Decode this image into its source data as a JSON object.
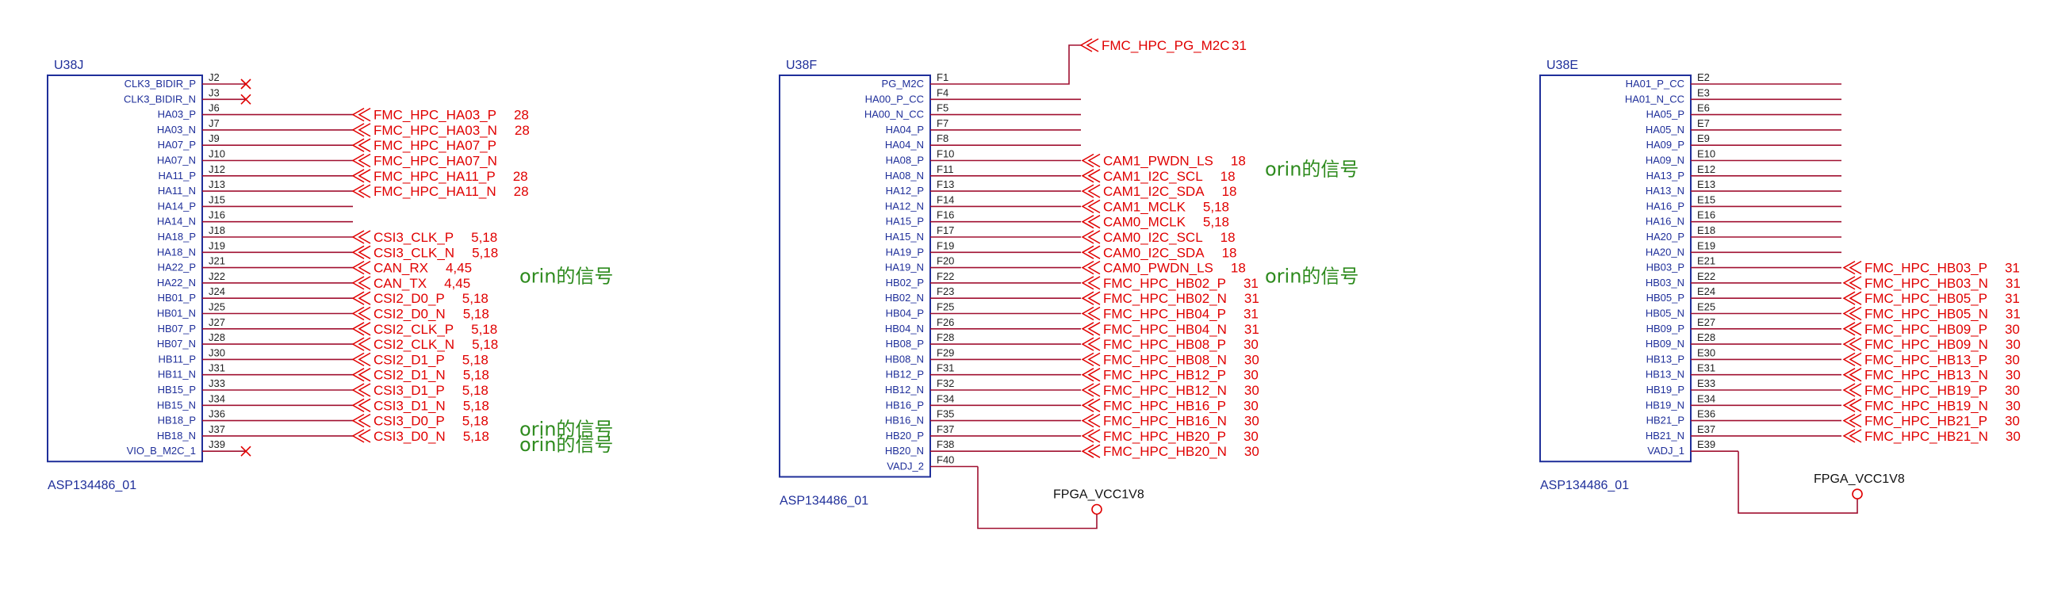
{
  "symbols": [
    {
      "ref": "U38J",
      "part": "ASP134486_01",
      "pins": [
        {
          "name": "CLK3_BIDIR_P",
          "num": "J2",
          "nc": true
        },
        {
          "name": "CLK3_BIDIR_N",
          "num": "J3",
          "nc": true
        },
        {
          "name": "HA03_P",
          "num": "J6",
          "net": "FMC_HPC_HA03_P",
          "sheet": "28"
        },
        {
          "name": "HA03_N",
          "num": "J7",
          "net": "FMC_HPC_HA03_N",
          "sheet": "28"
        },
        {
          "name": "HA07_P",
          "num": "J9",
          "net": "FMC_HPC_HA07_P",
          "sheet": ""
        },
        {
          "name": "HA07_N",
          "num": "J10",
          "net": "FMC_HPC_HA07_N",
          "sheet": ""
        },
        {
          "name": "HA11_P",
          "num": "J12",
          "net": "FMC_HPC_HA11_P",
          "sheet": "28"
        },
        {
          "name": "HA11_N",
          "num": "J13",
          "net": "FMC_HPC_HA11_N",
          "sheet": "28"
        },
        {
          "name": "HA14_P",
          "num": "J15"
        },
        {
          "name": "HA14_N",
          "num": "J16"
        },
        {
          "name": "HA18_P",
          "num": "J18",
          "net": "CSI3_CLK_P",
          "sheet": "5,18"
        },
        {
          "name": "HA18_N",
          "num": "J19",
          "net": "CSI3_CLK_N",
          "sheet": "5,18"
        },
        {
          "name": "HA22_P",
          "num": "J21",
          "net": "CAN_RX",
          "sheet": "4,45"
        },
        {
          "name": "HA22_N",
          "num": "J22",
          "net": "CAN_TX",
          "sheet": "4,45"
        },
        {
          "name": "HB01_P",
          "num": "J24",
          "net": "CSI2_D0_P",
          "sheet": "5,18"
        },
        {
          "name": "HB01_N",
          "num": "J25",
          "net": "CSI2_D0_N",
          "sheet": "5,18"
        },
        {
          "name": "HB07_P",
          "num": "J27",
          "net": "CSI2_CLK_P",
          "sheet": "5,18"
        },
        {
          "name": "HB07_N",
          "num": "J28",
          "net": "CSI2_CLK_N",
          "sheet": "5,18"
        },
        {
          "name": "HB11_P",
          "num": "J30",
          "net": "CSI2_D1_P",
          "sheet": "5,18"
        },
        {
          "name": "HB11_N",
          "num": "J31",
          "net": "CSI2_D1_N",
          "sheet": "5,18"
        },
        {
          "name": "HB15_P",
          "num": "J33",
          "net": "CSI3_D1_P",
          "sheet": "5,18"
        },
        {
          "name": "HB15_N",
          "num": "J34",
          "net": "CSI3_D1_N",
          "sheet": "5,18"
        },
        {
          "name": "HB18_P",
          "num": "J36",
          "net": "CSI3_D0_P",
          "sheet": "5,18"
        },
        {
          "name": "HB18_N",
          "num": "J37",
          "net": "CSI3_D0_N",
          "sheet": "5,18"
        },
        {
          "name": "VIO_B_M2C_1",
          "num": "J39",
          "nc": true
        }
      ]
    },
    {
      "ref": "U38F",
      "part": "ASP134486_01",
      "pins": [
        {
          "name": "PG_M2C",
          "num": "F1",
          "net": "FMC_HPC_PG_M2C",
          "sheet": "31",
          "route": "up"
        },
        {
          "name": "HA00_P_CC",
          "num": "F4"
        },
        {
          "name": "HA00_N_CC",
          "num": "F5"
        },
        {
          "name": "HA04_P",
          "num": "F7"
        },
        {
          "name": "HA04_N",
          "num": "F8"
        },
        {
          "name": "HA08_P",
          "num": "F10",
          "net": "CAM1_PWDN_LS",
          "sheet": "18"
        },
        {
          "name": "HA08_N",
          "num": "F11",
          "net": "CAM1_I2C_SCL",
          "sheet": "18"
        },
        {
          "name": "HA12_P",
          "num": "F13",
          "net": "CAM1_I2C_SDA",
          "sheet": "18"
        },
        {
          "name": "HA12_N",
          "num": "F14",
          "net": "CAM1_MCLK",
          "sheet": "5,18"
        },
        {
          "name": "HA15_P",
          "num": "F16",
          "net": "CAM0_MCLK",
          "sheet": "5,18"
        },
        {
          "name": "HA15_N",
          "num": "F17",
          "net": "CAM0_I2C_SCL",
          "sheet": "18"
        },
        {
          "name": "HA19_P",
          "num": "F19",
          "net": "CAM0_I2C_SDA",
          "sheet": "18"
        },
        {
          "name": "HA19_N",
          "num": "F20",
          "net": "CAM0_PWDN_LS",
          "sheet": "18"
        },
        {
          "name": "HB02_P",
          "num": "F22",
          "net": "FMC_HPC_HB02_P",
          "sheet": "31"
        },
        {
          "name": "HB02_N",
          "num": "F23",
          "net": "FMC_HPC_HB02_N",
          "sheet": "31"
        },
        {
          "name": "HB04_P",
          "num": "F25",
          "net": "FMC_HPC_HB04_P",
          "sheet": "31"
        },
        {
          "name": "HB04_N",
          "num": "F26",
          "net": "FMC_HPC_HB04_N",
          "sheet": "31"
        },
        {
          "name": "HB08_P",
          "num": "F28",
          "net": "FMC_HPC_HB08_P",
          "sheet": "30"
        },
        {
          "name": "HB08_N",
          "num": "F29",
          "net": "FMC_HPC_HB08_N",
          "sheet": "30"
        },
        {
          "name": "HB12_P",
          "num": "F31",
          "net": "FMC_HPC_HB12_P",
          "sheet": "30"
        },
        {
          "name": "HB12_N",
          "num": "F32",
          "net": "FMC_HPC_HB12_N",
          "sheet": "30"
        },
        {
          "name": "HB16_P",
          "num": "F34",
          "net": "FMC_HPC_HB16_P",
          "sheet": "30"
        },
        {
          "name": "HB16_N",
          "num": "F35",
          "net": "FMC_HPC_HB16_N",
          "sheet": "30"
        },
        {
          "name": "HB20_P",
          "num": "F37",
          "net": "FMC_HPC_HB20_P",
          "sheet": "30"
        },
        {
          "name": "HB20_N",
          "num": "F38",
          "net": "FMC_HPC_HB20_N",
          "sheet": "30"
        },
        {
          "name": "VADJ_2",
          "num": "F40",
          "power": "FPGA_VCC1V8"
        }
      ]
    },
    {
      "ref": "U38E",
      "part": "ASP134486_01",
      "pins": [
        {
          "name": "HA01_P_CC",
          "num": "E2"
        },
        {
          "name": "HA01_N_CC",
          "num": "E3"
        },
        {
          "name": "HA05_P",
          "num": "E6"
        },
        {
          "name": "HA05_N",
          "num": "E7"
        },
        {
          "name": "HA09_P",
          "num": "E9"
        },
        {
          "name": "HA09_N",
          "num": "E10"
        },
        {
          "name": "HA13_P",
          "num": "E12"
        },
        {
          "name": "HA13_N",
          "num": "E13"
        },
        {
          "name": "HA16_P",
          "num": "E15"
        },
        {
          "name": "HA16_N",
          "num": "E16"
        },
        {
          "name": "HA20_P",
          "num": "E18"
        },
        {
          "name": "HA20_N",
          "num": "E19"
        },
        {
          "name": "HB03_P",
          "num": "E21",
          "net": "FMC_HPC_HB03_P",
          "sheet": "31"
        },
        {
          "name": "HB03_N",
          "num": "E22",
          "net": "FMC_HPC_HB03_N",
          "sheet": "31"
        },
        {
          "name": "HB05_P",
          "num": "E24",
          "net": "FMC_HPC_HB05_P",
          "sheet": "31"
        },
        {
          "name": "HB05_N",
          "num": "E25",
          "net": "FMC_HPC_HB05_N",
          "sheet": "31"
        },
        {
          "name": "HB09_P",
          "num": "E27",
          "net": "FMC_HPC_HB09_P",
          "sheet": "30"
        },
        {
          "name": "HB09_N",
          "num": "E28",
          "net": "FMC_HPC_HB09_N",
          "sheet": "30"
        },
        {
          "name": "HB13_P",
          "num": "E30",
          "net": "FMC_HPC_HB13_P",
          "sheet": "30"
        },
        {
          "name": "HB13_N",
          "num": "E31",
          "net": "FMC_HPC_HB13_N",
          "sheet": "30"
        },
        {
          "name": "HB19_P",
          "num": "E33",
          "net": "FMC_HPC_HB19_P",
          "sheet": "30"
        },
        {
          "name": "HB19_N",
          "num": "E34",
          "net": "FMC_HPC_HB19_N",
          "sheet": "30"
        },
        {
          "name": "HB21_P",
          "num": "E36",
          "net": "FMC_HPC_HB21_P",
          "sheet": "30"
        },
        {
          "name": "HB21_N",
          "num": "E37",
          "net": "FMC_HPC_HB21_N",
          "sheet": "30"
        },
        {
          "name": "VADJ_1",
          "num": "E39",
          "power": "FPGA_VCC1V8"
        }
      ]
    }
  ],
  "notes": [
    "orin的信号",
    "orin的信号",
    "orin的信号",
    "orin的信号",
    "orin的信号"
  ],
  "colors": {
    "box": "#1f2f9a",
    "wire": "#a01030",
    "net": "#e00000",
    "pin_name": "#1f2f9a",
    "pin_num": "#222222",
    "note": "#2e8b1e"
  }
}
